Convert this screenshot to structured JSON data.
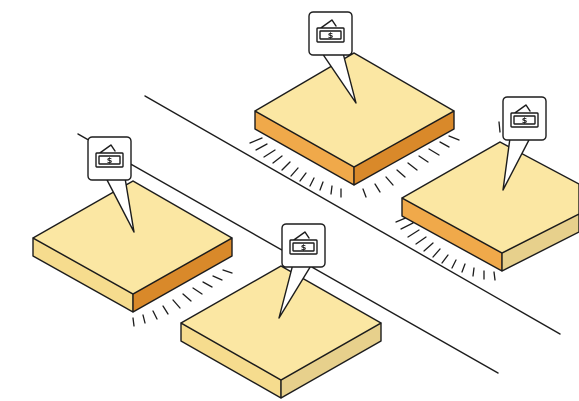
{
  "colors": {
    "top_face": "#fbe7a3",
    "front_orange": "#f0a94a",
    "side_dark_orange": "#d9892a",
    "side_khaki": "#e7d08c",
    "front_light": "#f6dc8e",
    "outline": "#1c1c1c",
    "tag_fill": "#ffffff"
  },
  "icons": {
    "tag_icon": "money-envelope-icon"
  },
  "plots": [
    {
      "id": "back-plot",
      "tag_symbol": "$"
    },
    {
      "id": "right-plot",
      "tag_symbol": "$"
    },
    {
      "id": "left-plot",
      "tag_symbol": "$"
    },
    {
      "id": "front-plot",
      "tag_symbol": "$"
    }
  ]
}
